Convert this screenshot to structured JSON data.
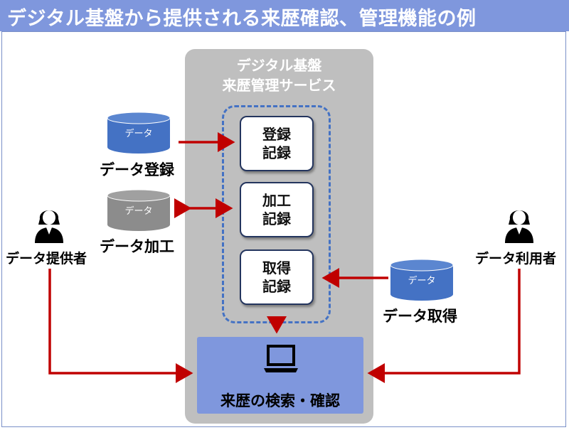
{
  "header": {
    "title": "デジタル基盤から提供される来歴確認、管理機能の例"
  },
  "platform": {
    "title_line1": "デジタル基盤",
    "title_line2": "来歴管理サービス"
  },
  "records": {
    "registration": {
      "line1": "登録",
      "line2": "記録"
    },
    "processing": {
      "line1": "加工",
      "line2": "記録"
    },
    "acquisition": {
      "line1": "取得",
      "line2": "記録"
    }
  },
  "databases": {
    "registration": {
      "icon_label": "データ",
      "caption": "データ登録",
      "color": "#4472c4"
    },
    "processing": {
      "icon_label": "データ",
      "caption": "データ加工",
      "color": "#8c8c8c"
    },
    "acquisition": {
      "icon_label": "データ",
      "caption": "データ取得",
      "color": "#4472c4"
    }
  },
  "actors": {
    "provider": {
      "label": "データ提供者",
      "icon": "person-icon"
    },
    "user": {
      "label": "データ利用者",
      "icon": "person-icon"
    }
  },
  "search": {
    "label": "来歴の検索・確認",
    "icon": "laptop-icon"
  },
  "colors": {
    "header": "#7f97dd",
    "arrow": "#c00000",
    "dash": "#4472c4",
    "platform": "#bfbfbf"
  }
}
